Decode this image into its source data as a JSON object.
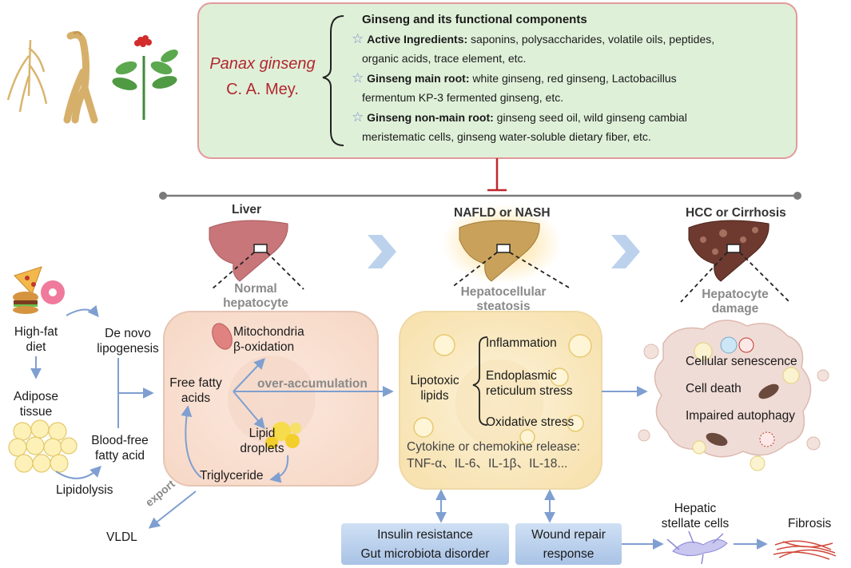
{
  "header": {
    "species_line1": "Panax ginseng",
    "species_line2": "C. A. Mey.",
    "title": "Ginseng and its functional components",
    "items": [
      {
        "label": "Active Ingredients:",
        "text1": " saponins, polysaccharides, volatile oils, peptides,",
        "text2": "organic acids,  trace element, etc."
      },
      {
        "label": "Ginseng main root:",
        "text1": " white ginseng, red ginseng, Lactobacillus",
        "text2": "fermentum KP-3 fermented ginseng, etc."
      },
      {
        "label": "Ginseng non-main root:",
        "text1": " ginseng seed oil, wild ginseng cambial",
        "text2": "meristematic cells, ginseng water-soluble dietary fiber, etc."
      }
    ]
  },
  "stages": {
    "liver": "Liver",
    "nafld": "NAFLD or NASH",
    "hcc": "HCC or Cirrhosis"
  },
  "zoom_labels": {
    "normal_1": "Normal",
    "normal_2": "hepatocyte",
    "steatosis_1": "Hepatocellular",
    "steatosis_2": "steatosis",
    "damage_1": "Hepatocyte",
    "damage_2": "damage"
  },
  "left": {
    "high_fat_1": "High-fat",
    "high_fat_2": "diet",
    "de_novo_1": "De novo",
    "de_novo_2": "lipogenesis",
    "adipose_1": "Adipose",
    "adipose_2": "tissue",
    "blood_free_1": "Blood-free",
    "blood_free_2": "fatty acid",
    "lipidolysis": "Lipidolysis",
    "vldl": "VLDL",
    "export": "export"
  },
  "normal_cell": {
    "mito_1": "Mitochondria",
    "mito_2": "β-oxidation",
    "ffa_1": "Free fatty",
    "ffa_2": "acids",
    "lipid_1": "Lipid",
    "lipid_2": "droplets",
    "triglyceride": "Triglyceride",
    "over_accumulation": "over-accumulation"
  },
  "steatosis_cell": {
    "lipotoxic_1": "Lipotoxic",
    "lipotoxic_2": "lipids",
    "inflammation": "Inflammation",
    "er_1": "Endoplasmic",
    "er_2": "reticulum stress",
    "oxidative": "Oxidative stress",
    "cytokine_1": "Cytokine or chemokine release:",
    "cytokine_2": "TNF-α、IL-6、IL-1β、IL-18..."
  },
  "damage_cell": {
    "senescence": "Cellular senescence",
    "death": "Cell death",
    "autophagy": "Impaired autophagy"
  },
  "bottom": {
    "insulin": "Insulin resistance",
    "gut": "Gut microbiota disorder",
    "wound_1": "Wound repair",
    "wound_2": "response",
    "stellate_1": "Hepatic",
    "stellate_2": "stellate cells",
    "fibrosis": "Fibrosis"
  },
  "colors": {
    "accent_red": "#b2272d",
    "header_fill": "#dff0d9",
    "arrow_blue": "#7f9fd0",
    "cell_fill": "#fbe5d9",
    "steatosis_fill": "#fcedc8",
    "liver_normal": "#c9767a",
    "liver_fatty": "#c9a15a",
    "liver_cirrhosis": "#6e3a30"
  }
}
